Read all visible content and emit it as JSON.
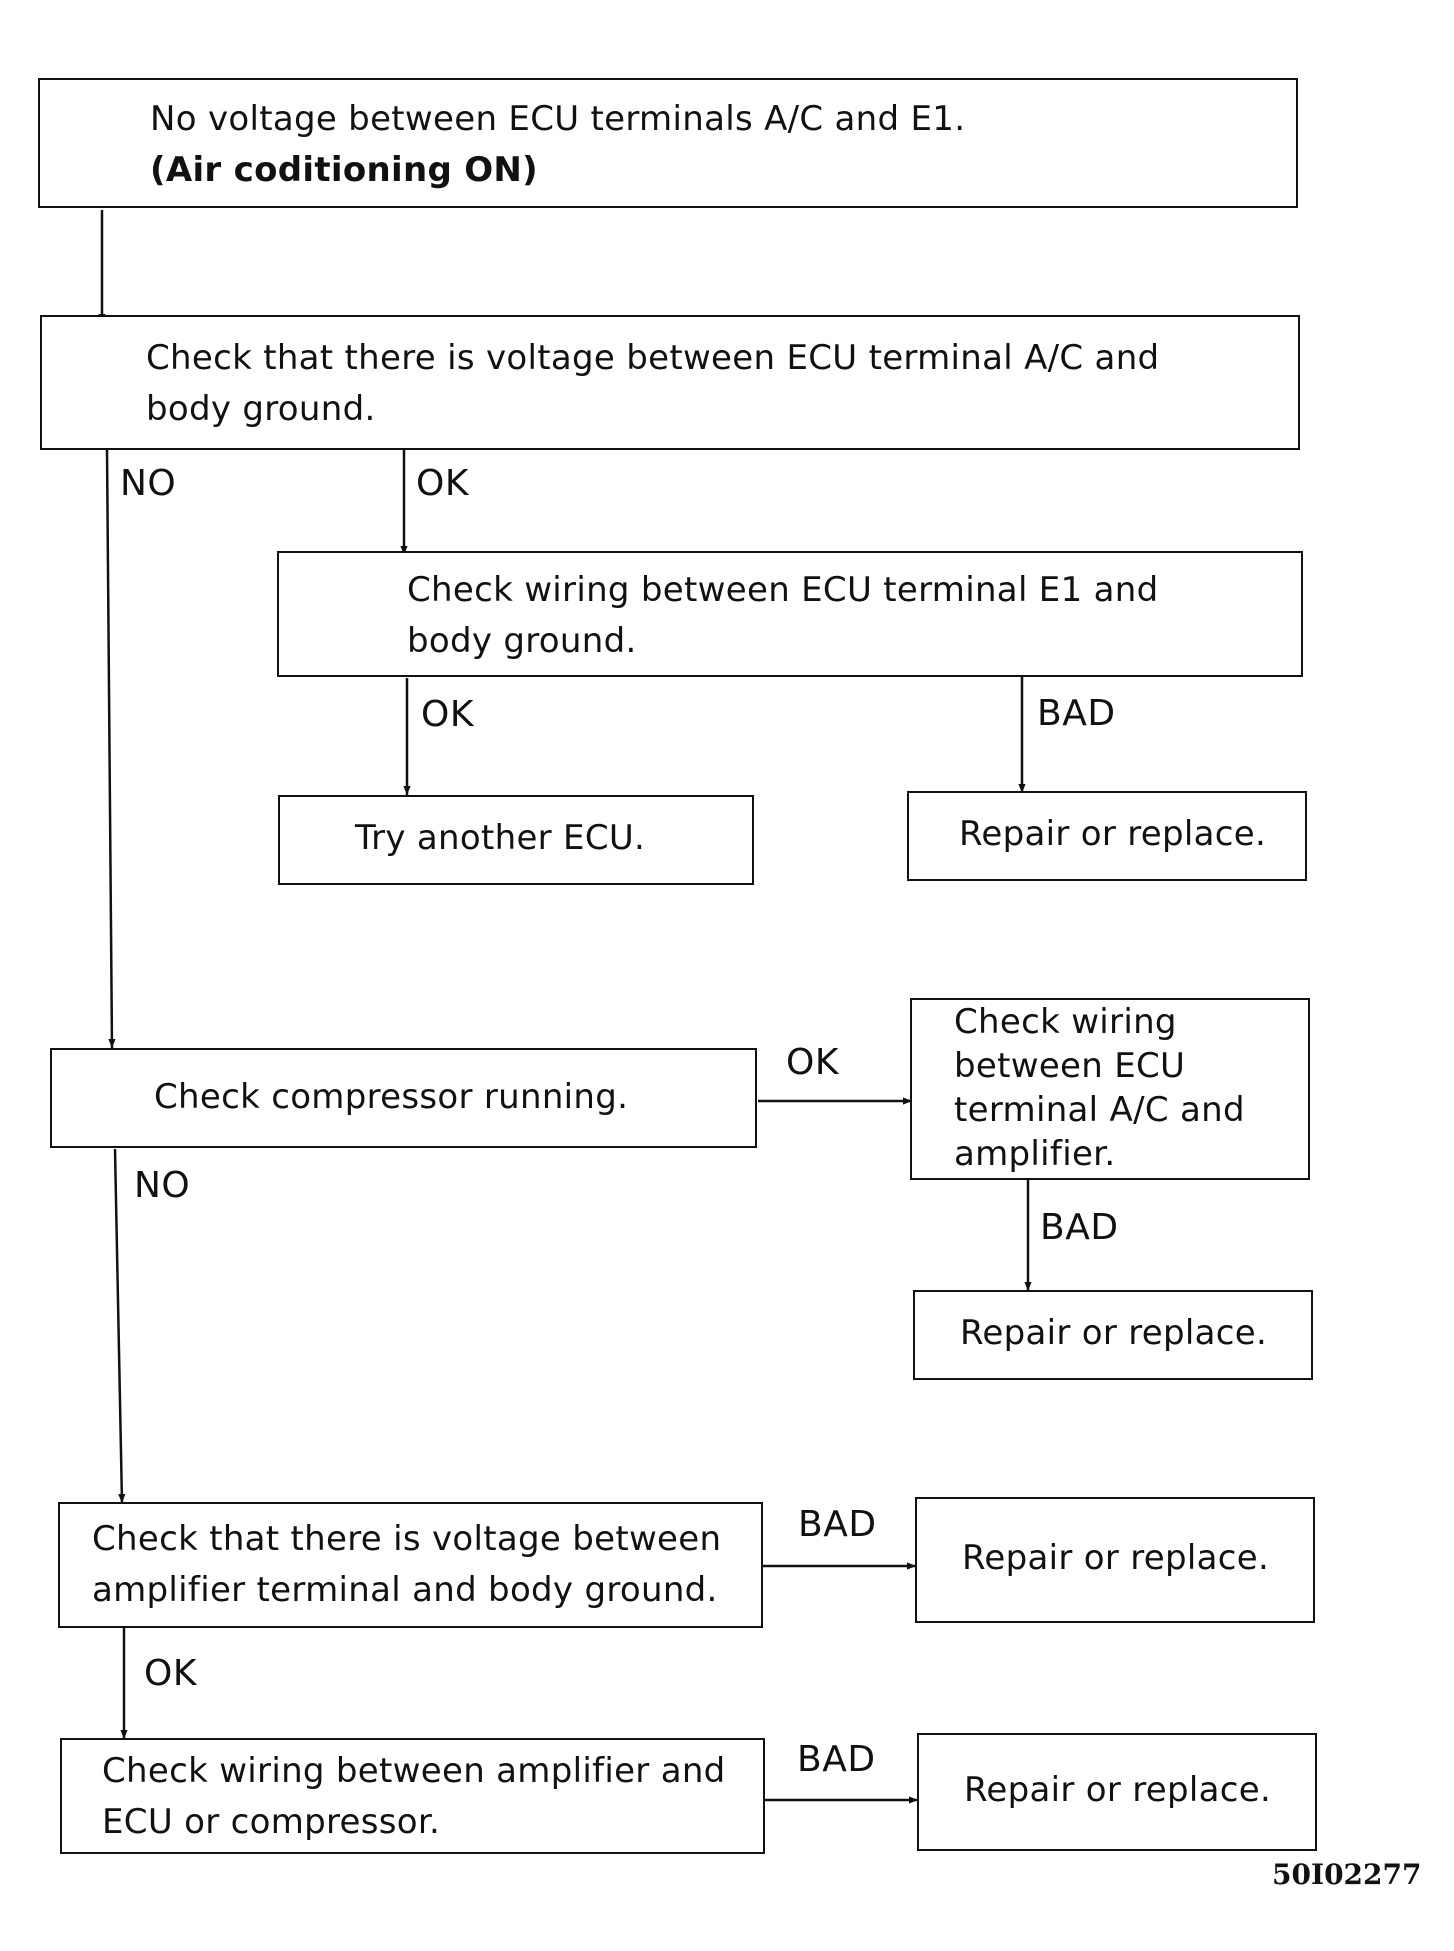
{
  "boxes": {
    "start": {
      "line1": "No voltage between ECU terminals A/C and E1.",
      "line2": "(Air coditioning ON)"
    },
    "check_ac_ground": {
      "line1": "Check that there is voltage between ECU terminal A/C and",
      "line2": "body ground."
    },
    "check_e1_wiring": {
      "line1": "Check wiring between ECU terminal E1 and",
      "line2": "body ground."
    },
    "try_ecu": {
      "text": "Try another ECU."
    },
    "repair1": {
      "text": "Repair or replace."
    },
    "check_compressor": {
      "text": "Check compressor running."
    },
    "check_amp_wiring": {
      "line1": "Check wiring",
      "line2": "between ECU",
      "line3": "terminal A/C and",
      "line4": "amplifier."
    },
    "repair2": {
      "text": "Repair or replace."
    },
    "check_amp_voltage": {
      "line1": "Check that there is voltage between",
      "line2": "amplifier terminal and body ground."
    },
    "repair3": {
      "text": "Repair or replace."
    },
    "check_amp_ecu_wiring": {
      "line1": "Check wiring between amplifier and",
      "line2": "ECU or compressor."
    },
    "repair4": {
      "text": "Repair or replace."
    }
  },
  "labels": {
    "no1": "NO",
    "ok1": "OK",
    "ok2": "OK",
    "bad1": "BAD",
    "ok3": "OK",
    "bad2": "BAD",
    "no2": "NO",
    "bad3": "BAD",
    "ok4": "OK",
    "bad4": "BAD"
  },
  "figure_code": "50I02277",
  "colors": {
    "line": "#111111",
    "background": "#ffffff"
  }
}
